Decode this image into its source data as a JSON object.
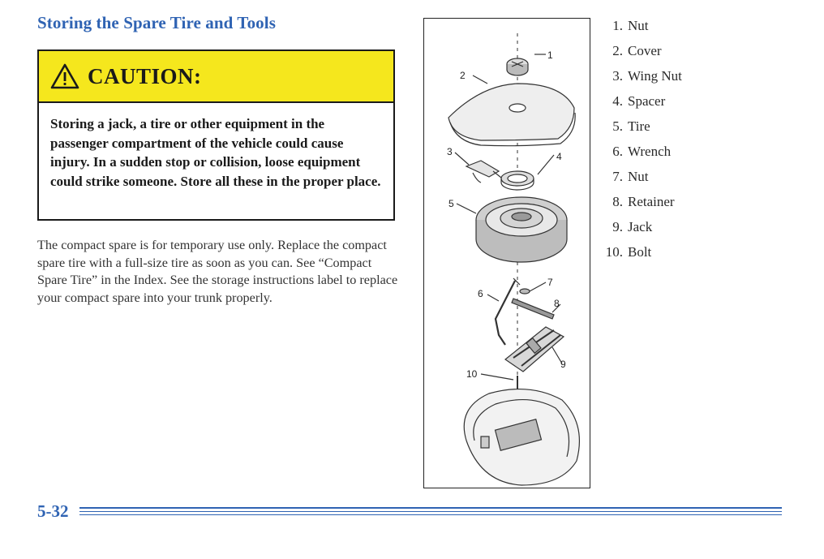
{
  "page": {
    "title": "Storing the Spare Tire and Tools",
    "page_number": "5-32"
  },
  "caution": {
    "label": "CAUTION:",
    "text": "Storing a jack, a tire or other equipment in the passenger compartment of the vehicle could cause injury. In a sudden stop or collision, loose equipment could strike someone. Store all these in the proper place."
  },
  "body": {
    "paragraph": "The compact spare is for temporary use only. Replace the compact spare tire with a full-size tire as soon as you can. See “Compact Spare Tire” in the Index. See the storage instructions label to replace your compact spare into your trunk properly."
  },
  "figure": {
    "callouts": [
      "1",
      "2",
      "3",
      "4",
      "5",
      "6",
      "7",
      "8",
      "9",
      "10"
    ]
  },
  "parts": [
    {
      "num": "1.",
      "name": "Nut"
    },
    {
      "num": "2.",
      "name": "Cover"
    },
    {
      "num": "3.",
      "name": "Wing Nut"
    },
    {
      "num": "4.",
      "name": "Spacer"
    },
    {
      "num": "5.",
      "name": "Tire"
    },
    {
      "num": "6.",
      "name": "Wrench"
    },
    {
      "num": "7.",
      "name": "Nut"
    },
    {
      "num": "8.",
      "name": "Retainer"
    },
    {
      "num": "9.",
      "name": "Jack"
    },
    {
      "num": "10.",
      "name": "Bolt"
    }
  ],
  "colors": {
    "heading": "#2f63b3",
    "caution_bg": "#f5e71d"
  },
  "icons": [
    "warning-triangle-icon"
  ]
}
